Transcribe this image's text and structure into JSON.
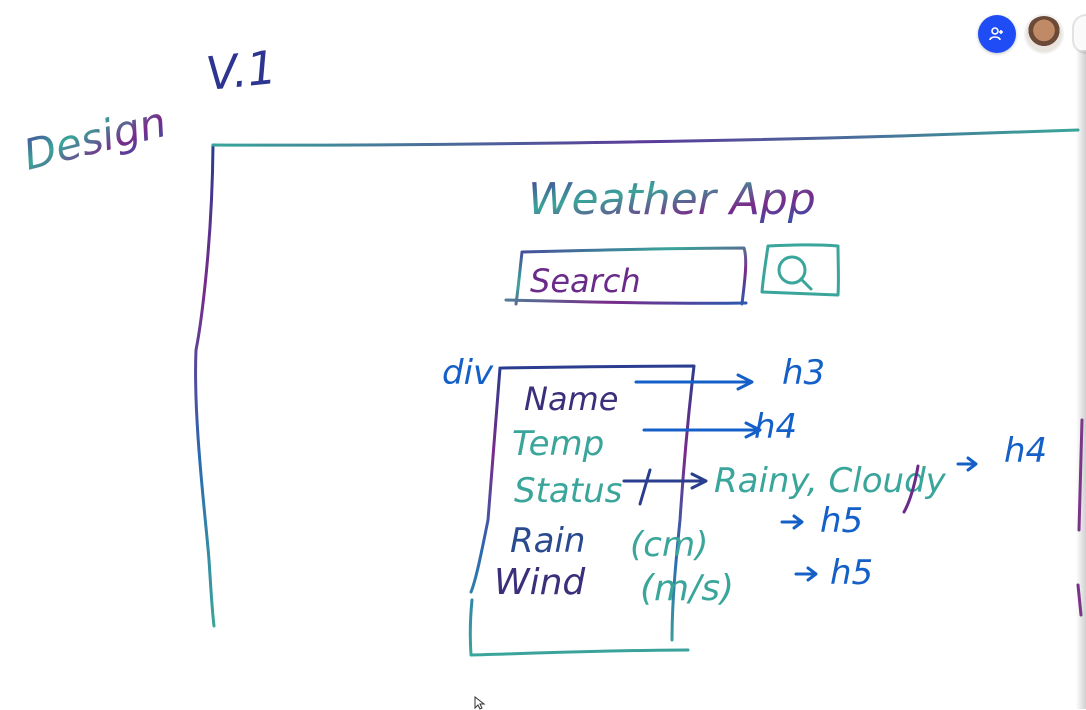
{
  "sketch": {
    "design_label": "Design",
    "version_label": "V.1",
    "title": "Weather App",
    "search_placeholder": "Search",
    "container_label": "div",
    "fields": [
      {
        "label": "Name",
        "tag": "h3"
      },
      {
        "label": "Temp",
        "tag": "h4"
      },
      {
        "label": "Status",
        "detail": "Rainy, Cloudy",
        "tag": "h4"
      },
      {
        "label": "Rain",
        "unit": "(cm)",
        "tag": "h5"
      },
      {
        "label": "Wind",
        "unit": "(m/s)",
        "tag": "h5"
      }
    ]
  },
  "toolbar": {
    "invite_icon": "add-person-icon",
    "avatar_icon": "user-avatar"
  },
  "colors": {
    "ink_purple": "#6a2a8a",
    "ink_teal": "#3aa59a",
    "ink_navy": "#2a3d8f",
    "ink_blue": "#1560c8",
    "accent_blue": "#1f4cf5"
  }
}
